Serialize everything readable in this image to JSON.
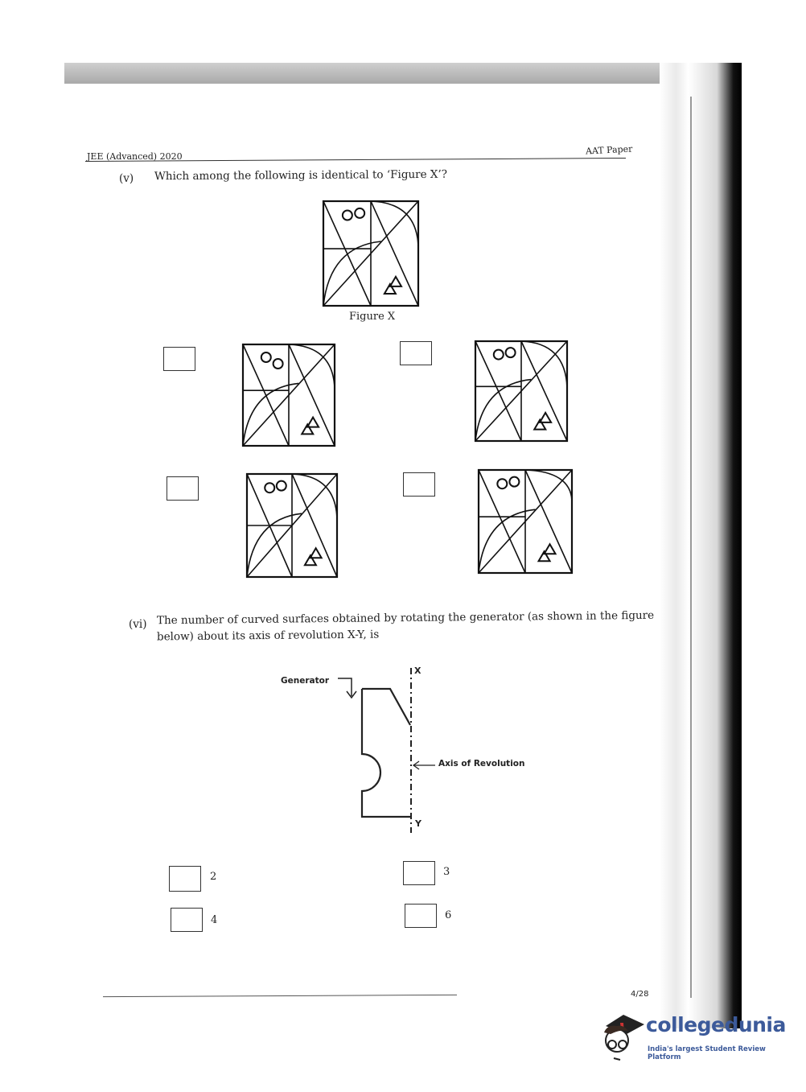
{
  "header": {
    "left": "JEE (Advanced) 2020",
    "right": "AAT Paper"
  },
  "question_v": {
    "number": "(v)",
    "text": "Which among the following is identical to ‘Figure X’?",
    "figure_caption": "Figure X"
  },
  "question_vi": {
    "number": "(vi)",
    "text_line1": "The number of curved surfaces obtained by rotating the generator (as shown in the figure",
    "text_line2": "below) about its axis of revolution X-Y, is",
    "labels": {
      "generator": "Generator",
      "x": "X",
      "y": "Y",
      "axis": "Axis of Revolution"
    },
    "options": [
      "2",
      "3",
      "4",
      "6"
    ]
  },
  "footer": {
    "page": "4/28"
  },
  "watermark": {
    "brand": "collegedunia",
    "tagline": "India's largest Student Review Platform",
    "color": "#3c5a9a"
  }
}
